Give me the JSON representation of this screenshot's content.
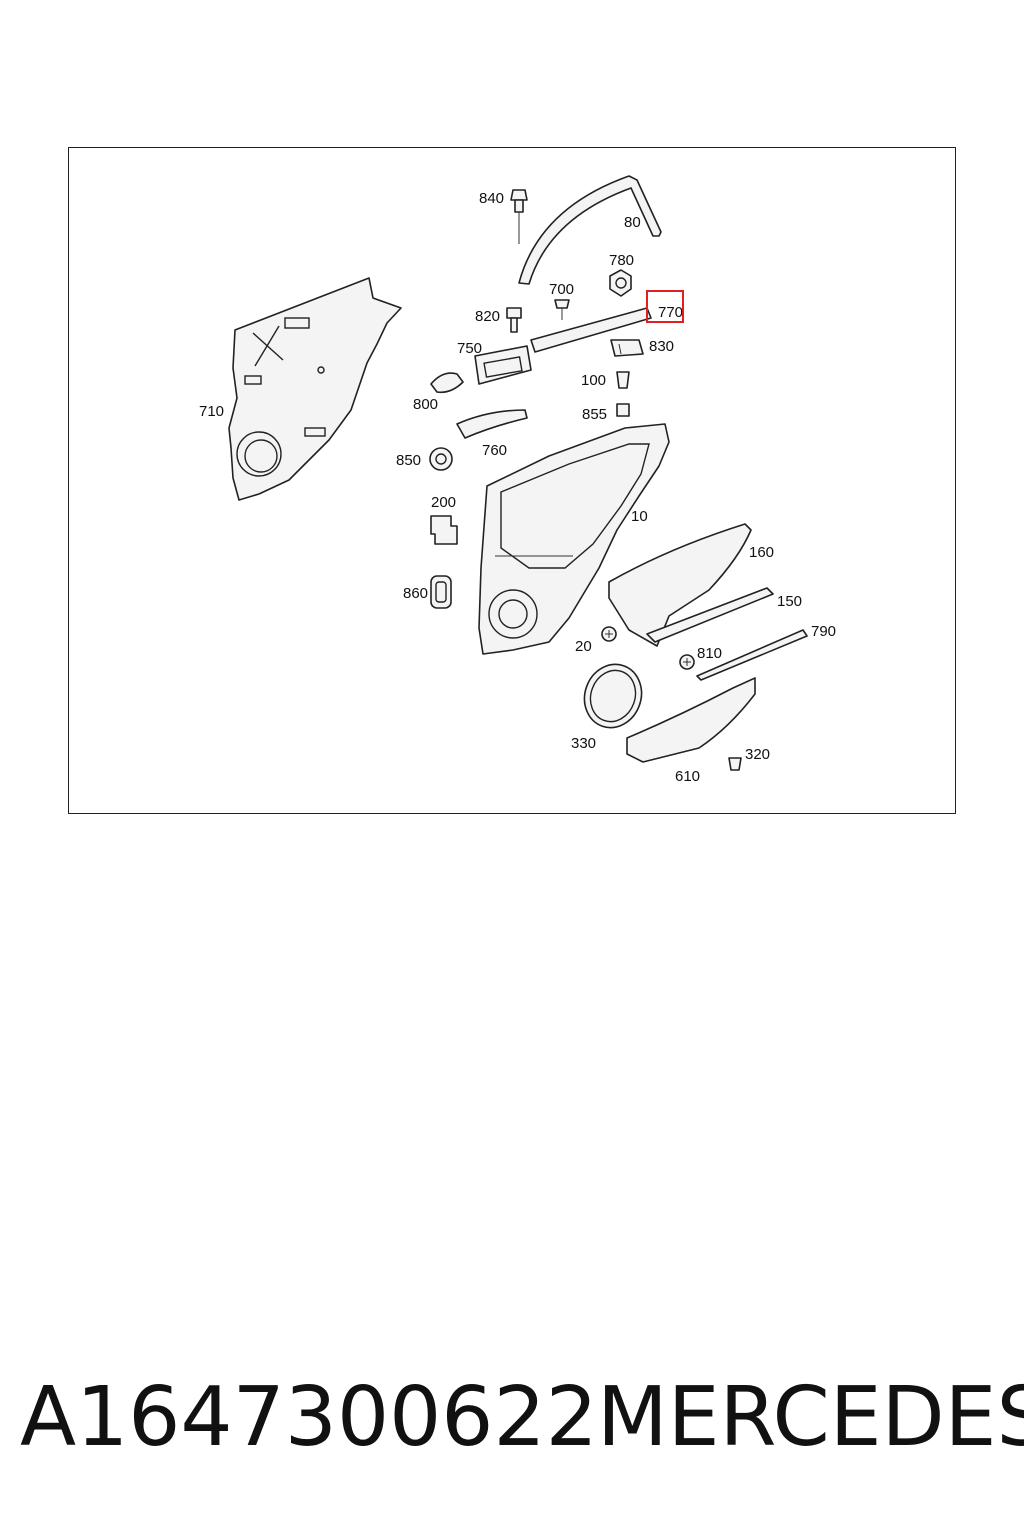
{
  "diagram": {
    "callouts": {
      "c840": "840",
      "c80": "80",
      "c780": "780",
      "c700": "700",
      "c820": "820",
      "c770": "770",
      "c750": "750",
      "c830": "830",
      "c100": "100",
      "c800": "800",
      "c855": "855",
      "c710": "710",
      "c760": "760",
      "c850": "850",
      "c10": "10",
      "c200": "200",
      "c160": "160",
      "c860": "860",
      "c150": "150",
      "c790": "790",
      "c20": "20",
      "c810": "810",
      "c330": "330",
      "c320": "320",
      "c610": "610"
    },
    "highlighted_part": "770",
    "highlight_color": "#e02020"
  },
  "footer": {
    "part_number": "A1647300622",
    "brand": "MERCEDES"
  }
}
